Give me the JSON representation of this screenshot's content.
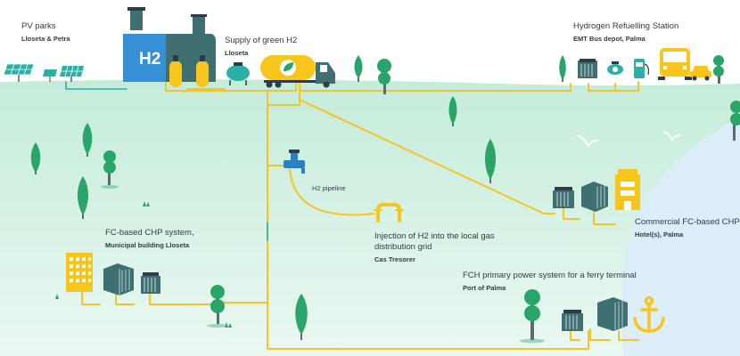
{
  "labels": {
    "pv_parks": {
      "title": "PV parks",
      "subtitle": "Lloseta & Petra"
    },
    "supply": {
      "title": "Supply of green H2",
      "subtitle": "Lloseta"
    },
    "refuelling": {
      "title": "Hydrogen Refuelling Station",
      "subtitle": "EMT Bus depot, Palma"
    },
    "chp_municipal": {
      "title": "FC-based CHP system,",
      "subtitle": "Municipal building Lloseta"
    },
    "pipeline": {
      "title": "H2 pipeline"
    },
    "injection": {
      "line1": "Injection of H2 into the local gas",
      "line2": "distribution grid",
      "subtitle": "Cas Tresorer"
    },
    "commercial_chp": {
      "title": "Commercial FC-based CHP",
      "subtitle": "Hotel(s), Palma"
    },
    "ferry": {
      "title": "FCH primary power system for a ferry terminal",
      "subtitle": "Port of Palma"
    }
  },
  "plant_text": "H2",
  "colors": {
    "ground": "#d6f2e6",
    "ground_deep": "#c4ecd9",
    "sea": "#e6f2fb",
    "pipe": "#f7c325",
    "grid_line": "#2bb0a6",
    "tree": "#2aa56a",
    "trunk": "#5a6b74",
    "dark": "#3f6f71",
    "navy": "#2f3b45",
    "blue": "#2d7fc4",
    "yellow": "#f8c51d"
  }
}
